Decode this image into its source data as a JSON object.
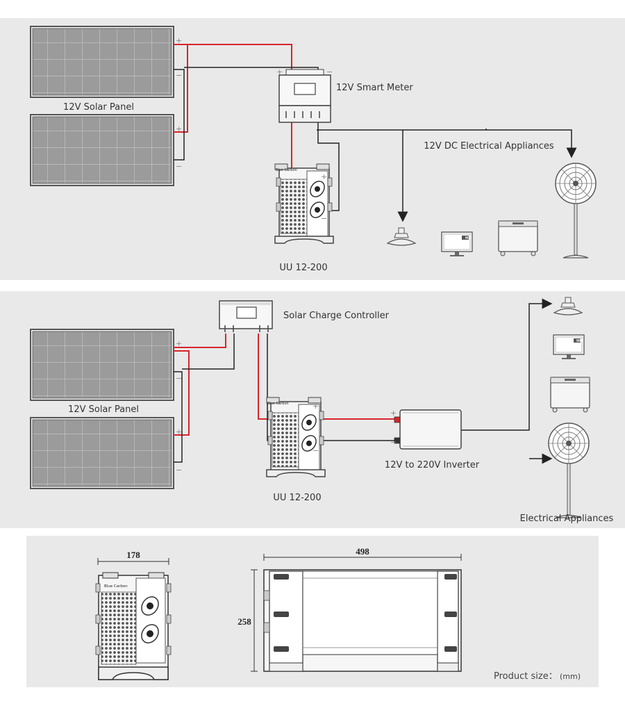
{
  "colors": {
    "panel_bg": "#e9e9e9",
    "solar_frame": "#555555",
    "solar_cell": "#9a9a9a",
    "positive_wire": "#d7262c",
    "negative_wire": "#222222",
    "device_outline": "#444444"
  },
  "section1": {
    "solar_panel_label": "12V Solar Panel",
    "smart_meter_label": "12V Smart Meter",
    "appliances_label": "12V DC Electrical Appliances",
    "battery_label": "UU 12-200",
    "battery_brand": "Blue Carbon",
    "tv_badge": "HD"
  },
  "section2": {
    "controller_label": "Solar Charge Controller",
    "solar_panel_label": "12V Solar Panel",
    "battery_label": "UU 12-200",
    "inverter_label": "12V to 220V Inverter",
    "appliances_label": "Electrical Appliances",
    "battery_brand": "Blue Carbon",
    "tv_badge": "HD"
  },
  "section3": {
    "width_label": "178",
    "length_label": "498",
    "height_label": "258",
    "product_size_label": "Product size：",
    "unit_label": "(mm)",
    "battery_brand": "Blue Carbon"
  },
  "signs": {
    "plus": "+",
    "minus": "−"
  }
}
